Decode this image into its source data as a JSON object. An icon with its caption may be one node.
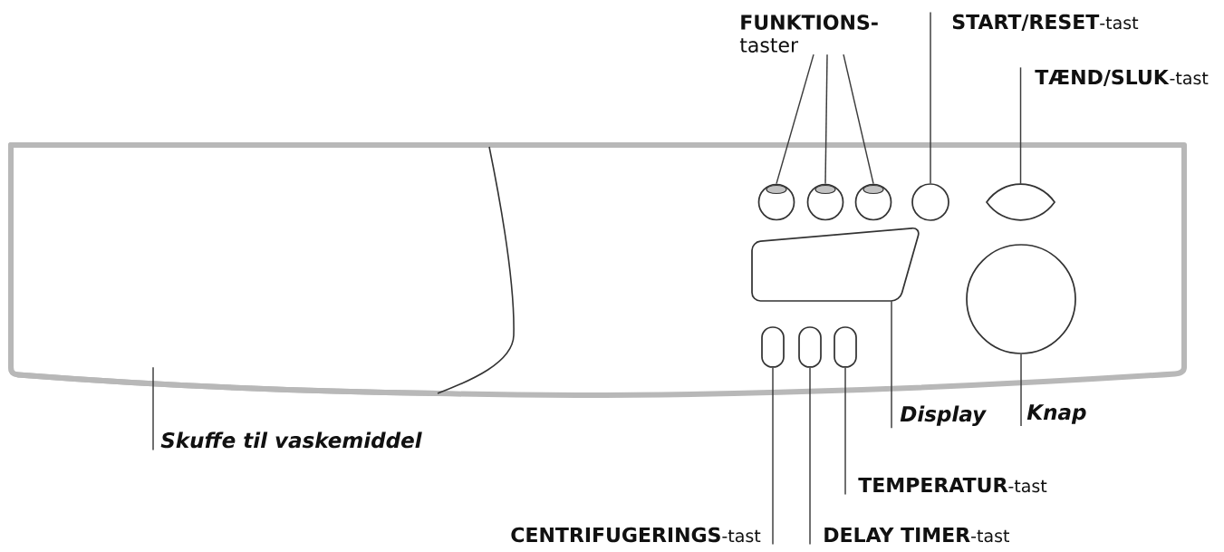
{
  "diagram": {
    "nodes": [
      {
        "text": [
          "**FUNKTIONS-** taster"
        ]
      },
      {
        "text": [
          "**START/RESET**-tast"
        ]
      },
      {
        "text": [
          "**TÆND/SLUK**-tast"
        ]
      },
      {
        "text": [],
        "shape": "box"
      },
      {
        "text": [],
        "shape": "circle"
      },
      {
        "text": [],
        "shape": "circle"
      },
      {
        "text": [],
        "shape": "circle"
      },
      {
        "text": [],
        "shape": "circle"
      },
      {
        "text": [],
        "shape": "ellipse"
      },
      {
        "text": [],
        "shape": "box"
      },
      {
        "text": [],
        "shape": "circle"
      },
      {
        "text": [],
        "shape": "oval"
      },
      {
        "text": [],
        "shape": "oval"
      },
      {
        "text": [],
        "shape": "oval"
      },
      {
        "text": [
          "Display"
        ]
      },
      {
        "text": [
          "Knap"
        ]
      },
      {
        "text": [
          "Skuffe til vaskemiddel"
        ]
      },
      {
        "text": [
          "**TEMPERATUR**-tast"
        ]
      },
      {
        "text": [
          "**CENTRIFUGERINGS**-tast"
        ]
      },
      {
        "text": [
          "**DELAY TIMER**-tast"
        ]
      }
    ],
    "edges": [
      {
        "from": 0,
        "to": 4,
        "arrow": "none"
      },
      {
        "from": 0,
        "to": 5,
        "arrow": "none"
      },
      {
        "from": 0,
        "to": 6,
        "arrow": "none"
      },
      {
        "from": 1,
        "to": 7,
        "arrow": "none"
      },
      {
        "from": 2,
        "to": 8,
        "arrow": "none"
      },
      {
        "from": 14,
        "to": 9,
        "arrow": "none"
      },
      {
        "from": 15,
        "to": 10,
        "arrow": "none"
      },
      {
        "from": 16,
        "to": 3,
        "arrow": "none"
      },
      {
        "from": 17,
        "to": 13,
        "arrow": "none"
      },
      {
        "from": 18,
        "to": 11,
        "arrow": "none"
      },
      {
        "from": 19,
        "to": 12,
        "arrow": "none"
      }
    ]
  }
}
